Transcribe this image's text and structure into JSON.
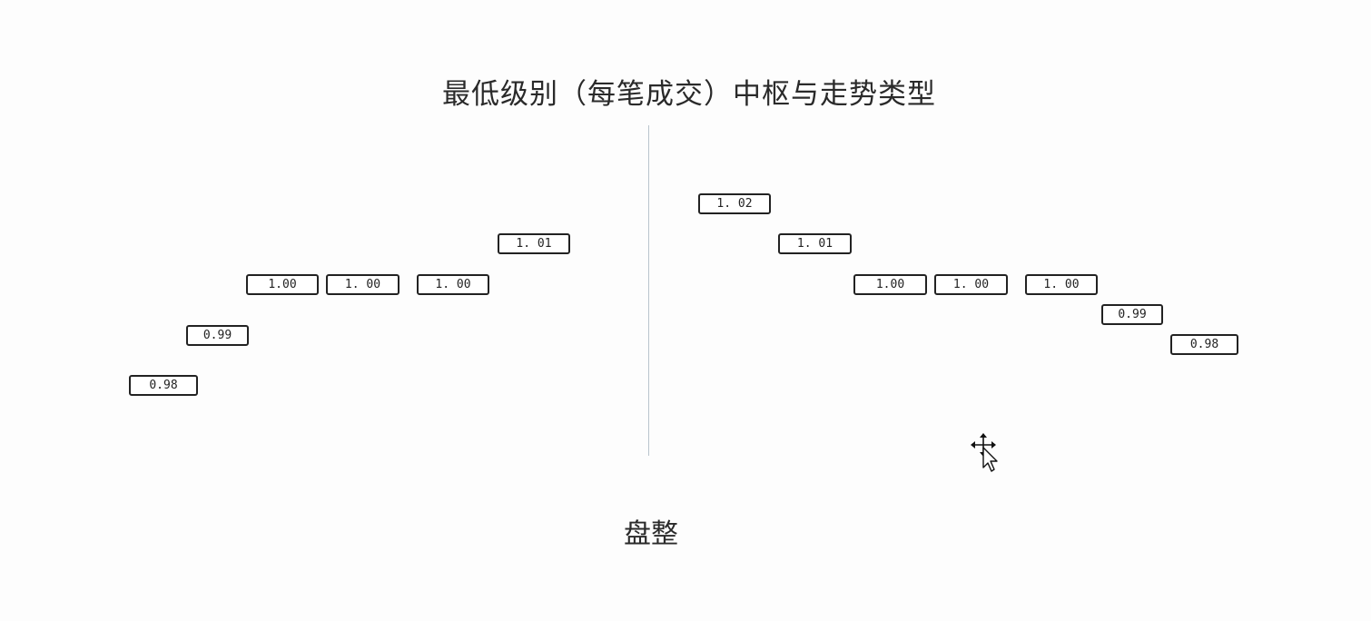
{
  "title": "最低级别（每笔成交）中枢与走势类型",
  "caption": "盘整",
  "left_panel": {
    "boxes": [
      "0.98",
      "0.99",
      "1.00",
      "1. 00",
      "1. 00",
      "1. 01"
    ]
  },
  "right_panel": {
    "boxes": [
      "1. 02",
      "1. 01",
      "1.00",
      "1. 00",
      "1. 00",
      "0.99",
      "0.98"
    ]
  },
  "cursor_icon": "move-pointer-icon"
}
